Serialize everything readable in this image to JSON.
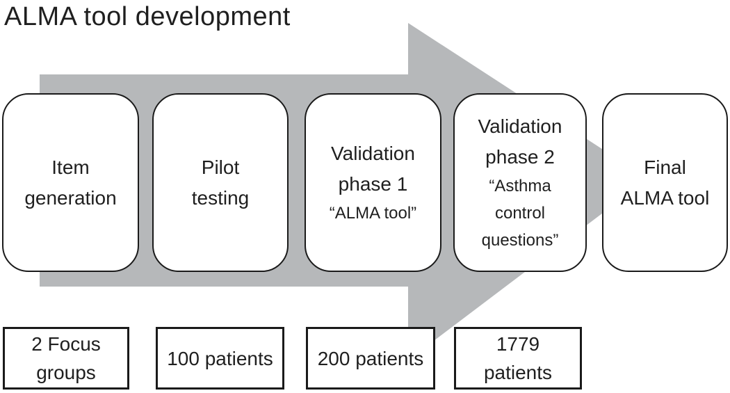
{
  "title": "ALMA tool development",
  "colors": {
    "arrow_fill": "#b6b8ba",
    "box_border": "#1a1a1a",
    "box_fill": "#ffffff",
    "text": "#1f1f1f"
  },
  "arrow": {
    "name": "process-flow-arrow",
    "direction": "right"
  },
  "stages": [
    {
      "name": "item-generation",
      "lines": [
        "Item",
        "generation"
      ]
    },
    {
      "name": "pilot-testing",
      "lines": [
        "Pilot",
        "testing"
      ]
    },
    {
      "name": "validation-phase-1",
      "lines": [
        "Validation",
        "phase 1"
      ],
      "quote": [
        "“ALMA tool”"
      ]
    },
    {
      "name": "validation-phase-2",
      "lines": [
        "Validation",
        "phase 2"
      ],
      "quote": [
        "“Asthma",
        "control",
        "questions”"
      ]
    },
    {
      "name": "final-alma-tool",
      "lines": [
        "Final",
        "ALMA tool"
      ]
    }
  ],
  "counts": [
    {
      "name": "focus-groups",
      "lines": [
        "2 Focus",
        "groups"
      ]
    },
    {
      "name": "patients-100",
      "lines": [
        "100 patients"
      ]
    },
    {
      "name": "patients-200",
      "lines": [
        "200 patients"
      ]
    },
    {
      "name": "patients-1779",
      "lines": [
        "1779",
        "patients"
      ]
    }
  ]
}
